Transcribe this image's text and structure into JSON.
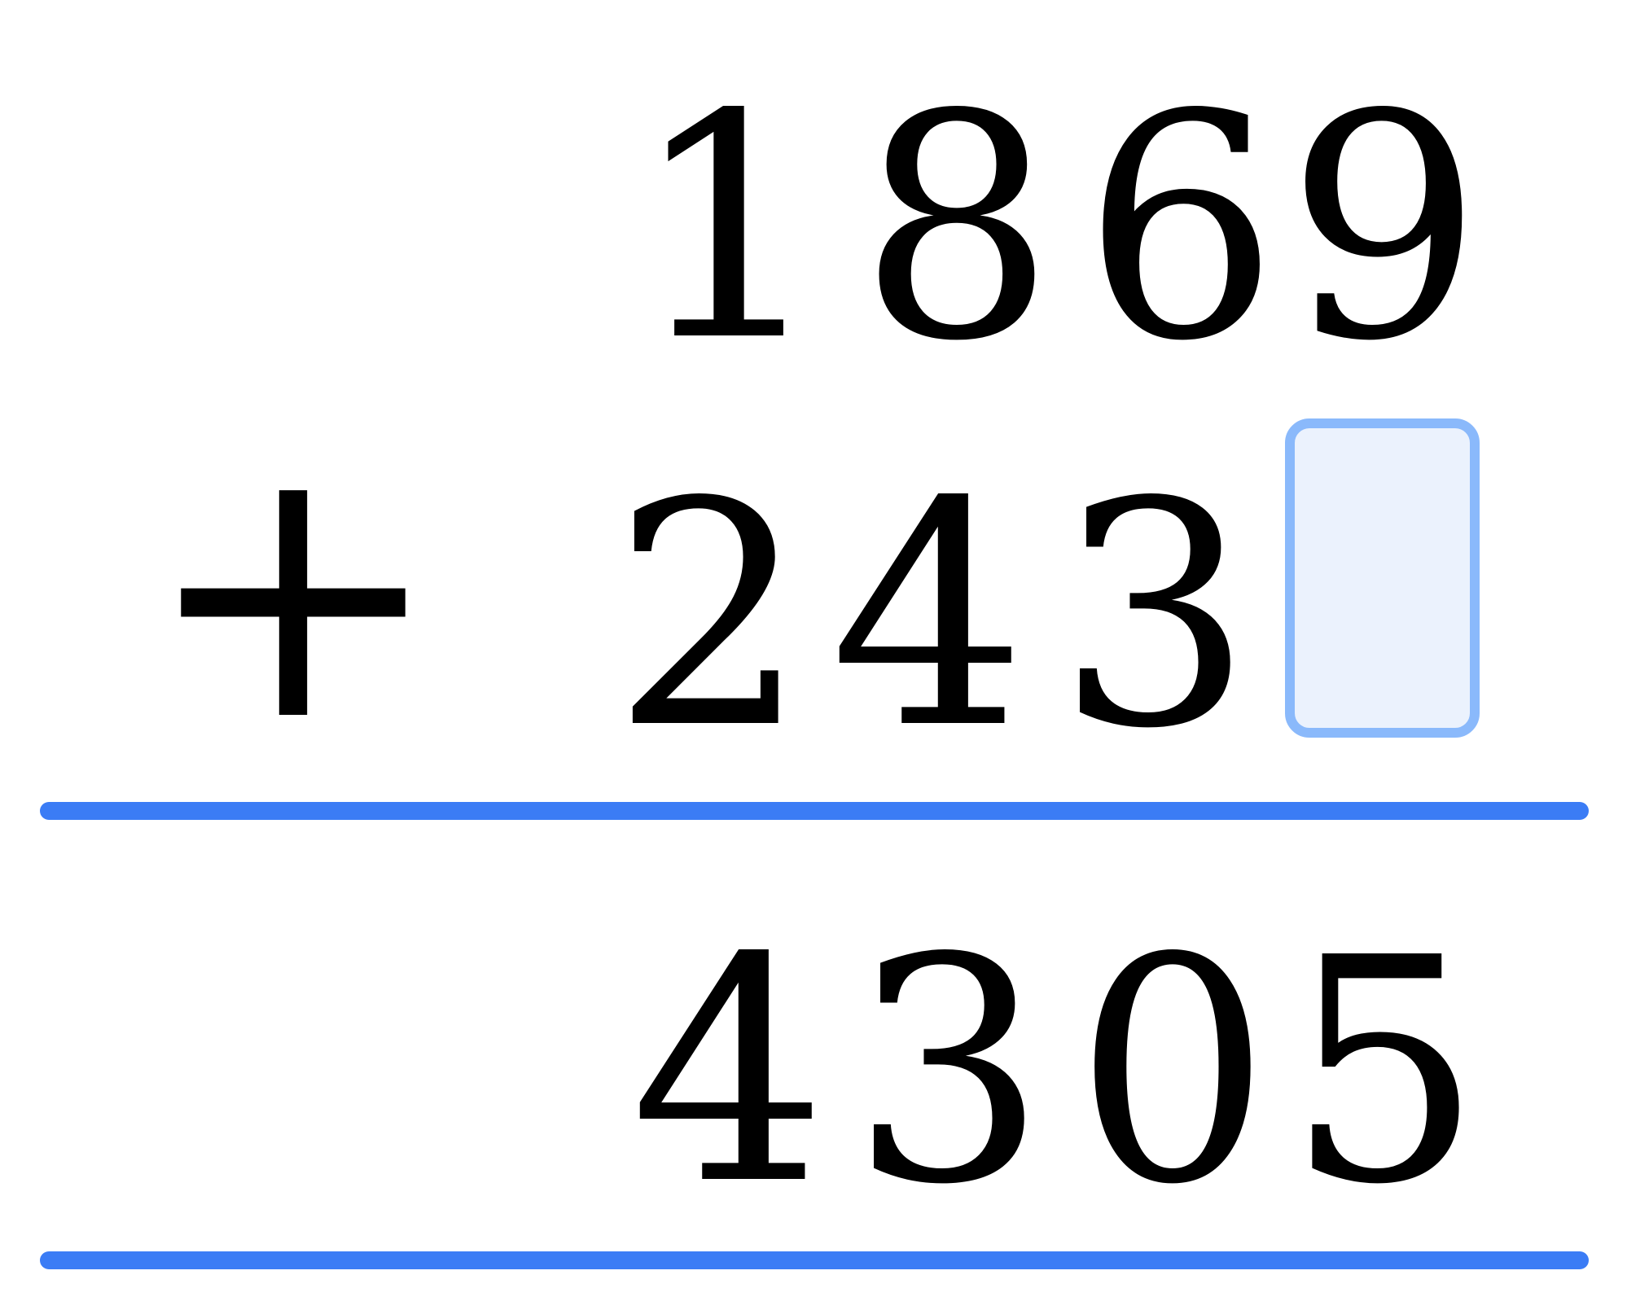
{
  "problem": {
    "operator": "+",
    "addend_top": [
      "1",
      "8",
      "6",
      "9"
    ],
    "addend_bottom": [
      "2",
      "4",
      "3"
    ],
    "missing_digit_value": "",
    "result": [
      "4",
      "3",
      "0",
      "5"
    ]
  },
  "colors": {
    "digits": "#000000",
    "rule": "#3b7cf5",
    "blank_box_fill": "#ebf2fd",
    "blank_box_stroke": "#8ab9fb"
  }
}
